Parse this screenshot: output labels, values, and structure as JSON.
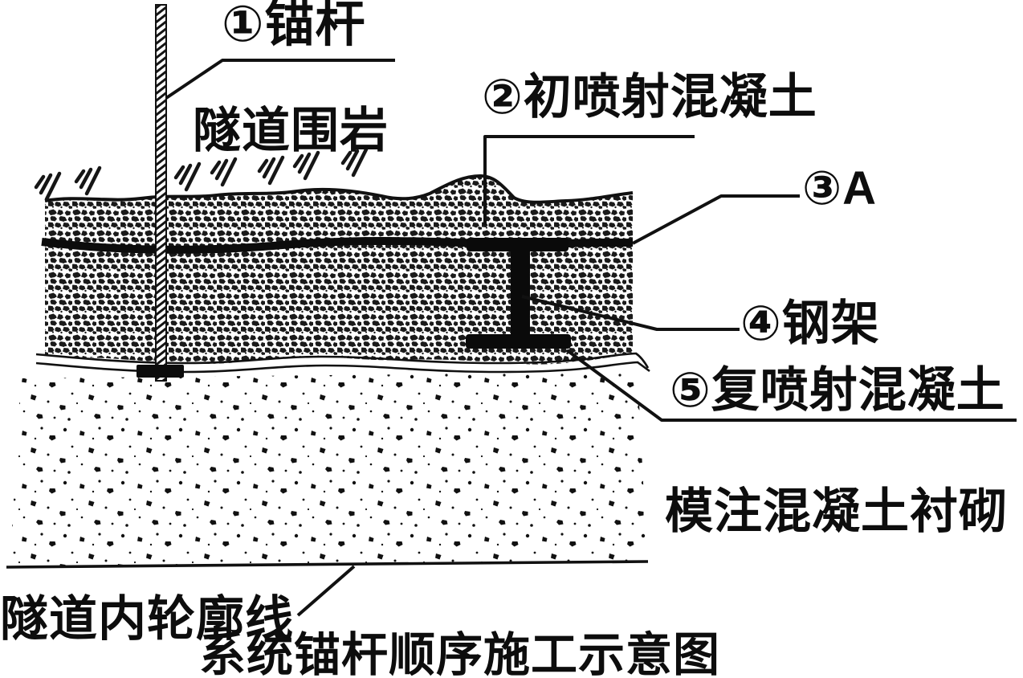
{
  "diagram": {
    "caption": "系统锚杆顺序施工示意图",
    "labels": {
      "anchor_bolt": "①锚杆",
      "surrounding_rock": "隧道围岩",
      "initial_shotcrete": "②初喷射混凝土",
      "layer_a": "③A",
      "steel_frame": "④钢架",
      "re_shotcrete": "⑤复喷射混凝土",
      "cast_lining": "模注混凝土衬砌",
      "inner_contour": "隧道内轮廓线"
    },
    "legend_numbers": [
      "①",
      "②",
      "③",
      "④",
      "⑤"
    ],
    "colors": {
      "ink": "#111111",
      "background": "#ffffff"
    }
  }
}
